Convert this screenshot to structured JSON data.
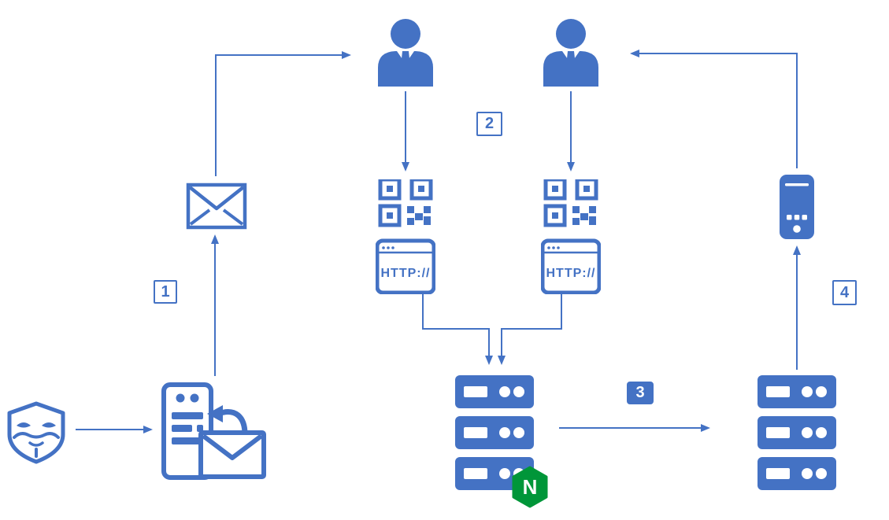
{
  "diagram": {
    "background_color": "#ffffff",
    "accent_color": "#4472C4",
    "nginx_green": "#009639",
    "steps": [
      {
        "label": "1",
        "style": "outline"
      },
      {
        "label": "2",
        "style": "outline"
      },
      {
        "label": "3",
        "style": "filled"
      },
      {
        "label": "4",
        "style": "outline"
      }
    ],
    "nodes": {
      "attacker": {
        "icon": "anonymous-mask-shield-icon"
      },
      "mail_server": {
        "icon": "mail-server-envelope-icon"
      },
      "email": {
        "icon": "envelope-icon"
      },
      "user_left": {
        "icon": "person-icon"
      },
      "user_right": {
        "icon": "person-icon"
      },
      "qr_browser_left": {
        "icon": "qr-code-http-browser-icon",
        "browser_text": "HTTP://"
      },
      "qr_browser_right": {
        "icon": "qr-code-http-browser-icon",
        "browser_text": "HTTP://"
      },
      "nginx_server": {
        "icon": "server-stack-icon",
        "badge_text": "N"
      },
      "backend_server": {
        "icon": "server-stack-icon"
      },
      "smartphone": {
        "icon": "smartphone-icon"
      }
    }
  }
}
